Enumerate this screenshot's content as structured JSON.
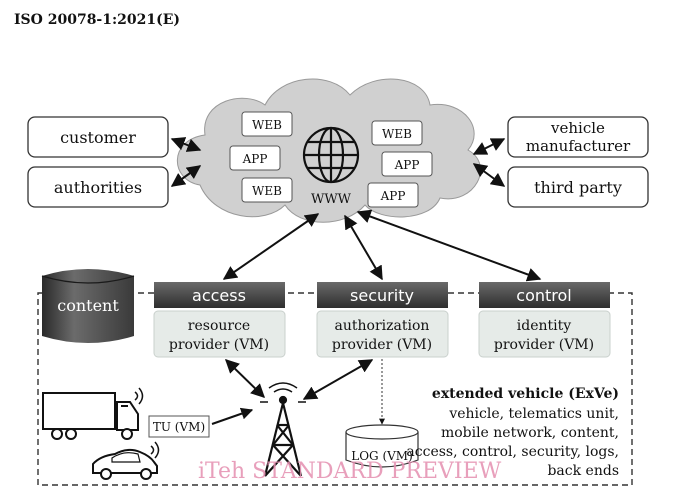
{
  "header": {
    "standard_ref": "ISO 20078-1:2021(E)"
  },
  "left_boxes": {
    "customer": "customer",
    "authorities": "authorities"
  },
  "right_boxes": {
    "vehicle_manufacturer_line1": "vehicle",
    "vehicle_manufacturer_line2": "manufacturer",
    "third_party": "third party"
  },
  "cloud": {
    "items": [
      "WEB",
      "APP",
      "WEB",
      "WEB",
      "APP",
      "APP"
    ],
    "www_label": "WWW"
  },
  "content_label": "content",
  "bars": {
    "access": "access",
    "security": "security",
    "control": "control"
  },
  "providers": {
    "resource_line1": "resource",
    "resource_line2": "provider (VM)",
    "authorization_line1": "authorization",
    "authorization_line2": "provider (VM)",
    "identity_line1": "identity",
    "identity_line2": "provider (VM)"
  },
  "tu_label": "TU (VM)",
  "log_label": "LOG (VM)",
  "exve": {
    "title": "extended vehicle (ExVe)",
    "lines": [
      "vehicle, telematics unit,",
      "mobile network, content,",
      "access, control, security, logs,",
      "back ends"
    ]
  },
  "watermark": "iTeh STANDARD PREVIEW",
  "colors": {
    "bar_top": "#6a6a6a",
    "bar_bottom": "#2e2e2e",
    "cloud": "#d0d0d0",
    "provider_fill": "#e6ebe8",
    "watermark": "#e58fb0"
  }
}
